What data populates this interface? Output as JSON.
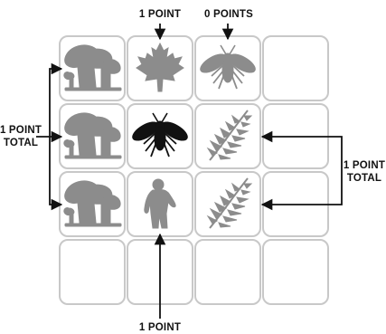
{
  "labels": {
    "top_left": "1 POINT",
    "top_right": "0 POINTS",
    "left_line1": "1 POINT",
    "left_line2": "TOTAL",
    "right_line1": "1 POINT",
    "right_line2": "TOTAL",
    "bottom": "1 POINT"
  },
  "grid": {
    "rows": 4,
    "cols": 4,
    "cells": [
      [
        "mushroom-icon",
        "maple-leaf-icon",
        "bee-icon",
        ""
      ],
      [
        "mushroom-icon",
        "bee-icon",
        "fern-icon",
        ""
      ],
      [
        "mushroom-icon",
        "bigfoot-icon",
        "fern-icon",
        ""
      ],
      [
        "",
        "",
        "",
        ""
      ]
    ],
    "highlighted_cell": "bee-icon (row 2, column 2) drawn in black"
  },
  "colors": {
    "tile_border": "#c8c8c8",
    "icon_gray": "#8c8c8c",
    "icon_black": "#111111",
    "arrow": "#111111"
  }
}
